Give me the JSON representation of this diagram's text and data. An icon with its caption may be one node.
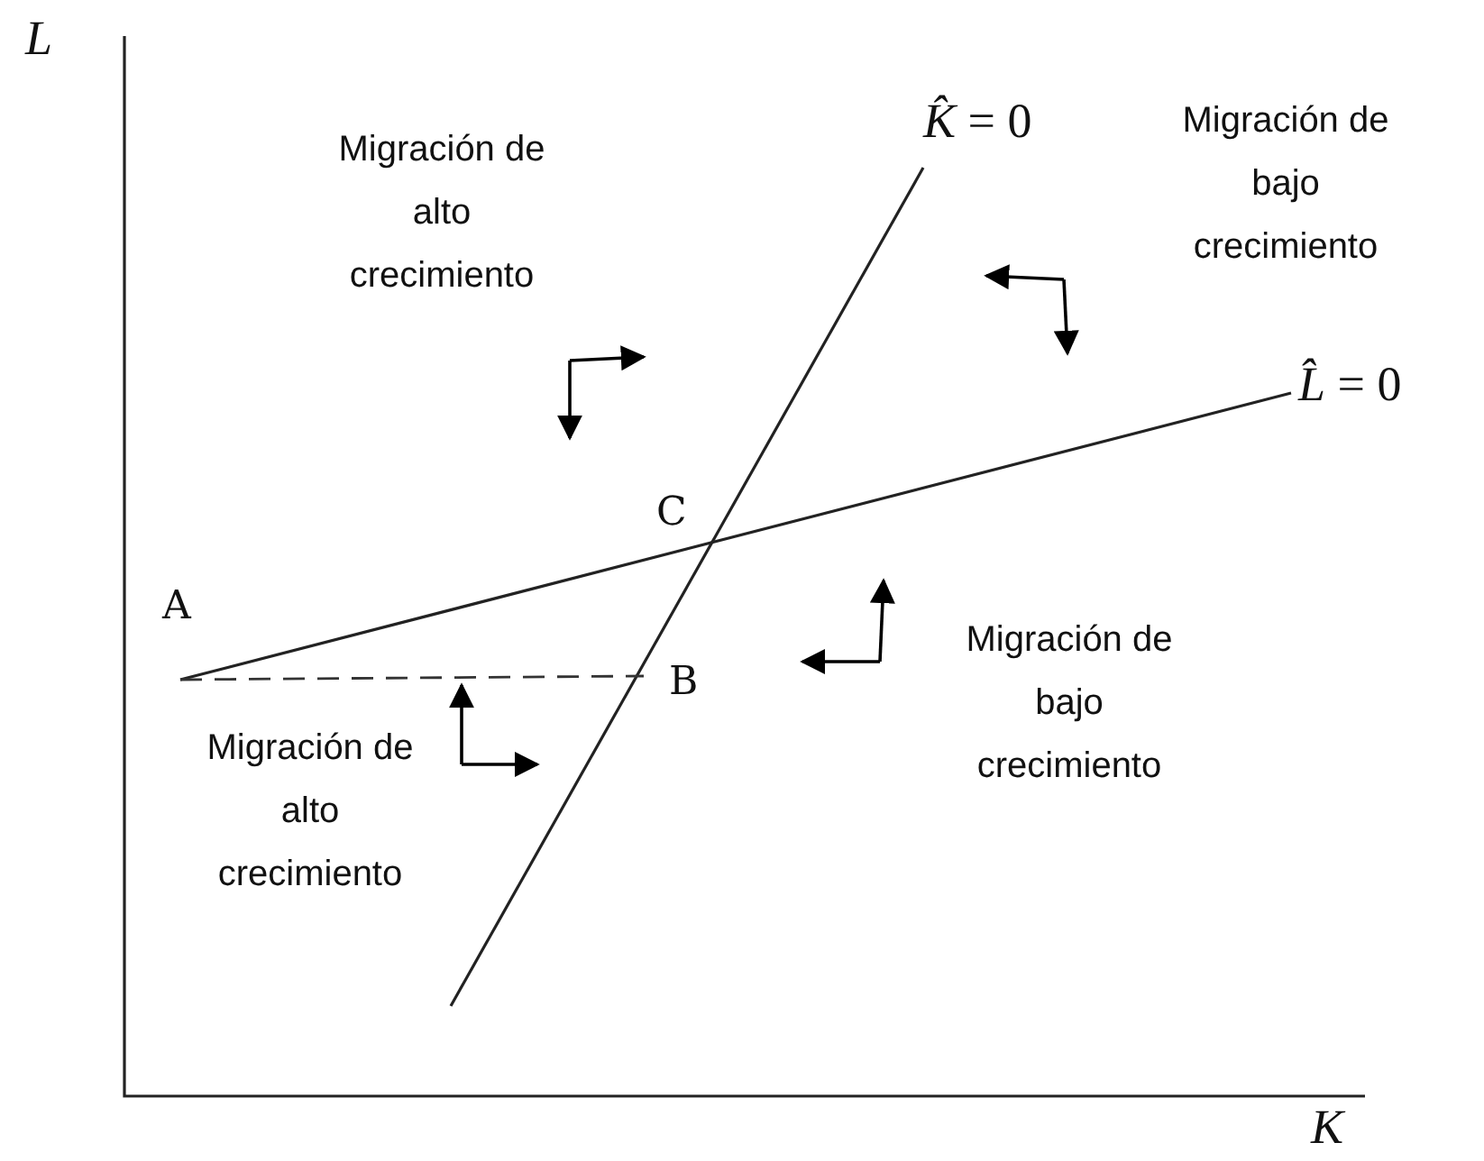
{
  "diagram": {
    "labels": [
      "L",
      "*K̂* = 0",
      "Migración de bajo crecimiento",
      "Migración de alto crecimiento",
      "*L̂* = 0",
      "C",
      "A",
      "Migración de bajo crecimiento",
      "B",
      "Migración de alto crecimiento",
      "K"
    ]
  }
}
